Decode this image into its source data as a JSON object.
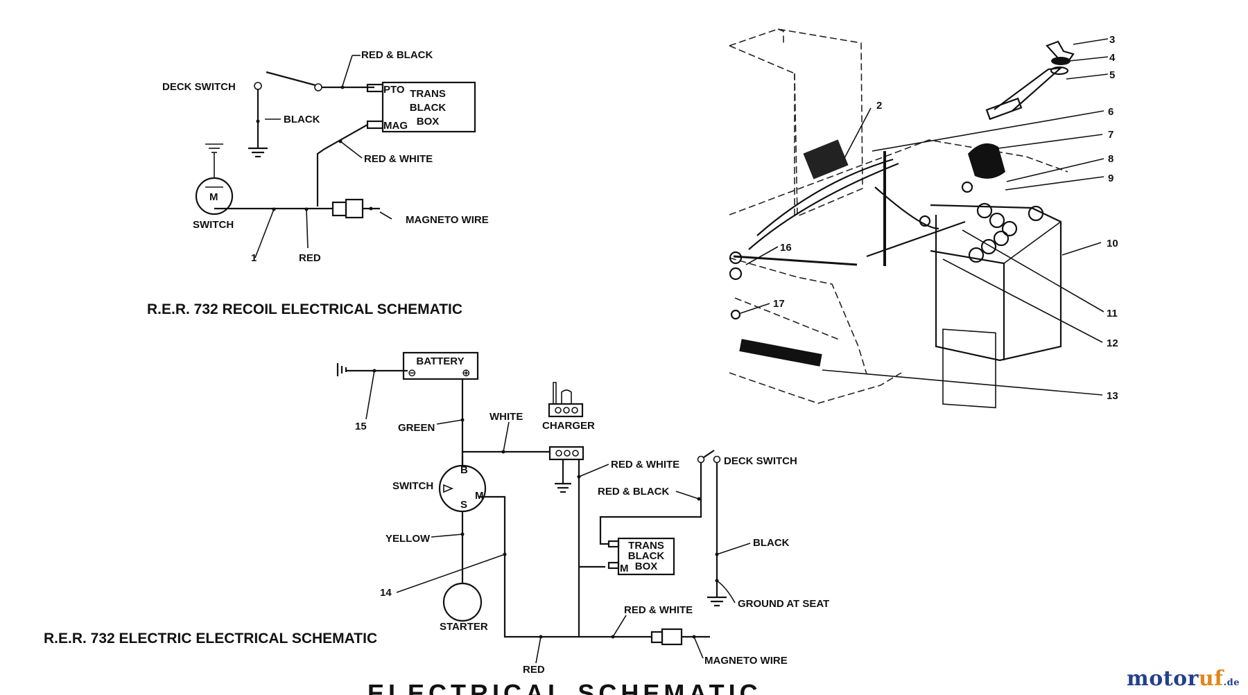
{
  "recoil": {
    "title": "R.E.R. 732 RECOIL ELECTRICAL SCHEMATIC",
    "labels": {
      "deck_switch": "DECK SWITCH",
      "red_black": "RED & BLACK",
      "black": "BLACK",
      "red_white": "RED & WHITE",
      "switch": "SWITCH",
      "motor_m": "M",
      "magneto_wire": "MAGNETO WIRE",
      "red": "RED",
      "callout_1": "1",
      "pto": "PTO",
      "mag": "MAG",
      "box_line1": "TRANS",
      "box_line2": "BLACK",
      "box_line3": "BOX"
    }
  },
  "electric": {
    "title": "R.E.R. 732 ELECTRIC ELECTRICAL SCHEMATIC",
    "labels": {
      "battery": "BATTERY",
      "minus": "⊖",
      "plus": "⊕",
      "callout_15": "15",
      "green": "GREEN",
      "white": "WHITE",
      "charger": "CHARGER",
      "switch": "SWITCH",
      "b": "B",
      "s": "S",
      "m": "M",
      "yellow": "YELLOW",
      "callout_14": "14",
      "starter": "STARTER",
      "red_white_1": "RED & WHITE",
      "red_black": "RED & BLACK",
      "deck_switch": "DECK SWITCH",
      "black": "BLACK",
      "ground_at_seat": "GROUND AT SEAT",
      "red_white_2": "RED & WHITE",
      "magneto_wire": "MAGNETO WIRE",
      "red": "RED",
      "box_line1": "TRANS",
      "box_line2": "BLACK",
      "box_line3": "BOX",
      "box_m": "M"
    }
  },
  "exploded_view": {
    "callouts": [
      "2",
      "3",
      "4",
      "5",
      "6",
      "7",
      "8",
      "9",
      "10",
      "11",
      "12",
      "13",
      "16",
      "17"
    ]
  },
  "footer_title": "ELECTRICAL SCHEMATIC",
  "watermark": {
    "brand_a": "motor",
    "brand_b": "uf",
    "suffix": ".de"
  }
}
